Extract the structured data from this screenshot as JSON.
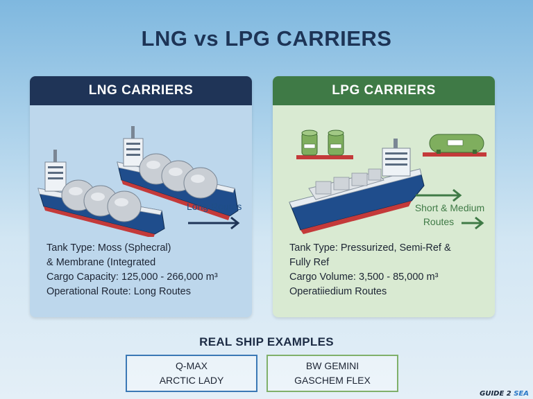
{
  "title": "LNG vs LPG CARRIERS",
  "lng": {
    "header": "LNG CARRIERS",
    "route_label": "Long Routes",
    "specs": [
      "Tank Type: Moss (Sphecral)",
      "& Membrane (Integrated",
      "Cargo Capacity: 125,000 - 266,000 m³",
      "Operational Route: Long Routes"
    ]
  },
  "lpg": {
    "header": "LPG CARRIERS",
    "route_label_line1": "Short & Medium",
    "route_label_line2": "Routes",
    "specs": [
      "Tank Type: Pressurized, Semi-Ref &",
      "Fully Ref",
      "Cargo Volume: 3,500 - 85,000 m³",
      "Operatiiedium Routes"
    ]
  },
  "examples": {
    "title": "REAL SHIP EXAMPLES",
    "lng": [
      "Q-MAX",
      "ARCTIC LADY"
    ],
    "lpg": [
      "BW GEMINI",
      "GASCHEM FLEX"
    ]
  },
  "watermark": {
    "part1": "GUIDE 2 ",
    "part2": "SEA"
  },
  "colors": {
    "lng_header": "#1f3457",
    "lpg_header": "#3f7a46",
    "lng_panel": "#bdd7ec",
    "lpg_panel": "#d9ead2",
    "hull_blue": "#1f4d8c",
    "hull_red": "#c43a3a"
  }
}
